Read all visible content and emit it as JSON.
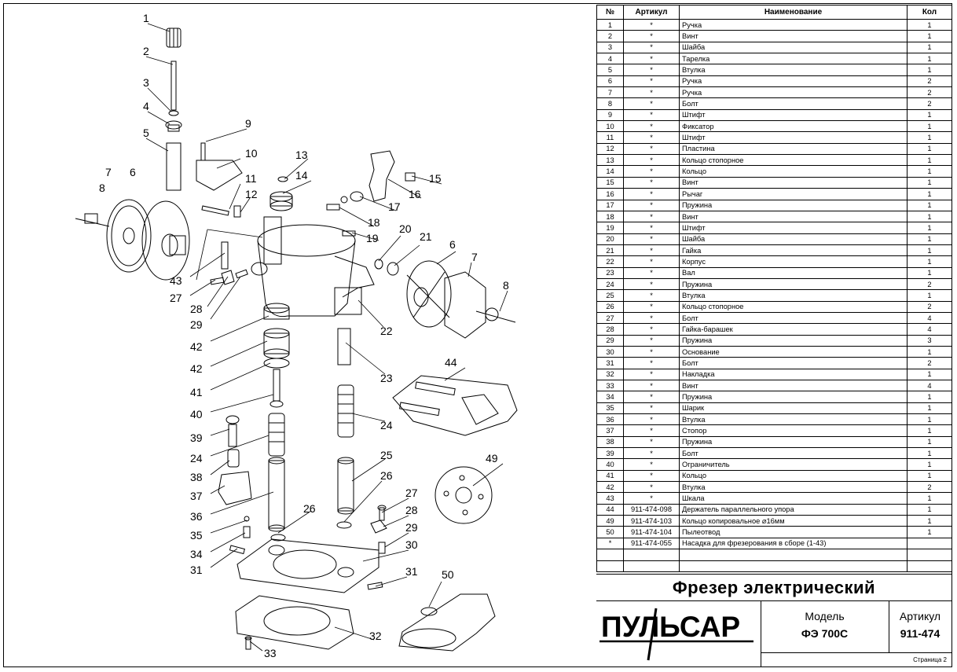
{
  "table": {
    "headers": {
      "no": "№",
      "article": "Артикул",
      "name": "Наименование",
      "qty": "Кол"
    },
    "rows": [
      {
        "no": "1",
        "article": "*",
        "name": "Ручка",
        "qty": "1"
      },
      {
        "no": "2",
        "article": "*",
        "name": "Винт",
        "qty": "1"
      },
      {
        "no": "3",
        "article": "*",
        "name": "Шайба",
        "qty": "1"
      },
      {
        "no": "4",
        "article": "*",
        "name": "Тарелка",
        "qty": "1"
      },
      {
        "no": "5",
        "article": "*",
        "name": "Втулка",
        "qty": "1"
      },
      {
        "no": "6",
        "article": "*",
        "name": "Ручка",
        "qty": "2"
      },
      {
        "no": "7",
        "article": "*",
        "name": "Ручка",
        "qty": "2"
      },
      {
        "no": "8",
        "article": "*",
        "name": "Болт",
        "qty": "2"
      },
      {
        "no": "9",
        "article": "*",
        "name": "Штифт",
        "qty": "1"
      },
      {
        "no": "10",
        "article": "*",
        "name": "Фиксатор",
        "qty": "1"
      },
      {
        "no": "11",
        "article": "*",
        "name": "Штифт",
        "qty": "1"
      },
      {
        "no": "12",
        "article": "*",
        "name": "Пластина",
        "qty": "1"
      },
      {
        "no": "13",
        "article": "*",
        "name": "Кольцо стопорное",
        "qty": "1"
      },
      {
        "no": "14",
        "article": "*",
        "name": "Кольцо",
        "qty": "1"
      },
      {
        "no": "15",
        "article": "*",
        "name": "Винт",
        "qty": "1"
      },
      {
        "no": "16",
        "article": "*",
        "name": "Рычаг",
        "qty": "1"
      },
      {
        "no": "17",
        "article": "*",
        "name": "Пружина",
        "qty": "1"
      },
      {
        "no": "18",
        "article": "*",
        "name": "Винт",
        "qty": "1"
      },
      {
        "no": "19",
        "article": "*",
        "name": "Штифт",
        "qty": "1"
      },
      {
        "no": "20",
        "article": "*",
        "name": "Шайба",
        "qty": "1"
      },
      {
        "no": "21",
        "article": "*",
        "name": "Гайка",
        "qty": "1"
      },
      {
        "no": "22",
        "article": "*",
        "name": "Корпус",
        "qty": "1"
      },
      {
        "no": "23",
        "article": "*",
        "name": "Вал",
        "qty": "1"
      },
      {
        "no": "24",
        "article": "*",
        "name": "Пружина",
        "qty": "2"
      },
      {
        "no": "25",
        "article": "*",
        "name": "Втулка",
        "qty": "1"
      },
      {
        "no": "26",
        "article": "*",
        "name": "Кольцо стопорное",
        "qty": "2"
      },
      {
        "no": "27",
        "article": "*",
        "name": "Болт",
        "qty": "4"
      },
      {
        "no": "28",
        "article": "*",
        "name": "Гайка-барашек",
        "qty": "4"
      },
      {
        "no": "29",
        "article": "*",
        "name": "Пружина",
        "qty": "3"
      },
      {
        "no": "30",
        "article": "*",
        "name": "Основание",
        "qty": "1"
      },
      {
        "no": "31",
        "article": "*",
        "name": "Болт",
        "qty": "2"
      },
      {
        "no": "32",
        "article": "*",
        "name": "Накладка",
        "qty": "1"
      },
      {
        "no": "33",
        "article": "*",
        "name": "Винт",
        "qty": "4"
      },
      {
        "no": "34",
        "article": "*",
        "name": "Пружина",
        "qty": "1"
      },
      {
        "no": "35",
        "article": "*",
        "name": "Шарик",
        "qty": "1"
      },
      {
        "no": "36",
        "article": "*",
        "name": "Втулка",
        "qty": "1"
      },
      {
        "no": "37",
        "article": "*",
        "name": "Стопор",
        "qty": "1"
      },
      {
        "no": "38",
        "article": "*",
        "name": "Пружина",
        "qty": "1"
      },
      {
        "no": "39",
        "article": "*",
        "name": "Болт",
        "qty": "1"
      },
      {
        "no": "40",
        "article": "*",
        "name": "Ограничитель",
        "qty": "1"
      },
      {
        "no": "41",
        "article": "*",
        "name": "Кольцо",
        "qty": "1"
      },
      {
        "no": "42",
        "article": "*",
        "name": "Втулка",
        "qty": "2"
      },
      {
        "no": "43",
        "article": "*",
        "name": "Шкала",
        "qty": "1"
      },
      {
        "no": "44",
        "article": "911-474-098",
        "name": "Держатель параллельного упора",
        "qty": "1"
      },
      {
        "no": "49",
        "article": "911-474-103",
        "name": "Кольцо копировальное  ⌀16мм",
        "qty": "1"
      },
      {
        "no": "50",
        "article": "911-474-104",
        "name": "Пылеотвод",
        "qty": "1"
      },
      {
        "no": "*",
        "article": "911-474-055",
        "name": "Насадка для фрезерования  в сборе (1-43)",
        "qty": ""
      },
      {
        "no": "",
        "article": "",
        "name": "",
        "qty": ""
      },
      {
        "no": "",
        "article": "",
        "name": "",
        "qty": ""
      }
    ]
  },
  "titleblock": {
    "title": "Фрезер электрический",
    "logo": "ПУЛЬСАР",
    "model_label": "Модель",
    "model_value": "ФЭ 700С",
    "article_label": "Артикул",
    "article_value": "911-474",
    "page": "Страница 2"
  },
  "callouts": [
    "1",
    "2",
    "3",
    "4",
    "5",
    "6",
    "7",
    "8",
    "9",
    "10",
    "11",
    "12",
    "13",
    "14",
    "15",
    "16",
    "17",
    "18",
    "19",
    "20",
    "21",
    "6",
    "7",
    "8",
    "22",
    "23",
    "24",
    "25",
    "26",
    "27",
    "28",
    "29",
    "30",
    "31",
    "32",
    "33",
    "43",
    "27",
    "28",
    "29",
    "42",
    "42",
    "41",
    "40",
    "39",
    "24",
    "38",
    "37",
    "36",
    "35",
    "34",
    "31",
    "26",
    "44",
    "49",
    "50"
  ]
}
